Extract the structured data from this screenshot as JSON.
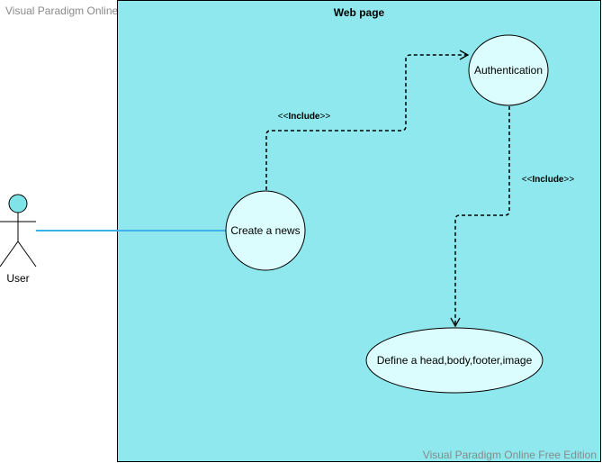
{
  "watermark": {
    "top_text": "Visual Paradigm Online Free Edition",
    "bottom_text": "Visual Paradigm Online Free Edition"
  },
  "system": {
    "title": "Web page"
  },
  "actor": {
    "label": "User"
  },
  "use_cases": {
    "create_news": "Create a news",
    "authentication": "Authentication",
    "define_parts": "Define a head,body,footer,image"
  },
  "relations": {
    "include_1": {
      "open": "<<",
      "keyword": "Include",
      "close": ">>"
    },
    "include_2": {
      "open": "<<",
      "keyword": "Include",
      "close": ">>"
    }
  },
  "colors": {
    "system_fill": "#8ee8ed",
    "use_case_fill": "#dcfdfd",
    "actor_head_fill": "#7fe3e8",
    "association_line": "#3ab3e6"
  }
}
